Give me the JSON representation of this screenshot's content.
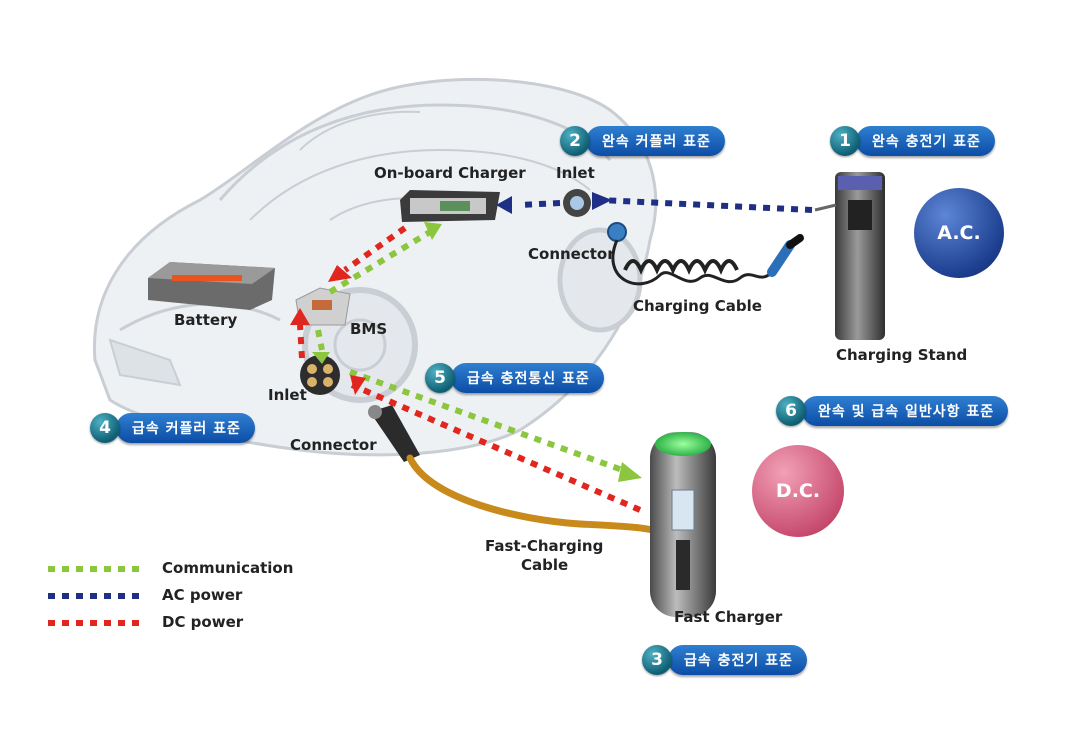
{
  "labels": {
    "onboard_charger": "On-board Charger",
    "inlet_ac": "Inlet",
    "connector_ac": "Connector",
    "charging_cable": "Charging Cable",
    "charging_stand": "Charging Stand",
    "battery": "Battery",
    "bms": "BMS",
    "inlet_dc": "Inlet",
    "connector_dc": "Connector",
    "fast_cable_1": "Fast-Charging",
    "fast_cable_2": "Cable",
    "fast_charger": "Fast Charger"
  },
  "spheres": {
    "ac": "A.C.",
    "dc": "D.C."
  },
  "badges": [
    {
      "num": "1",
      "text": "완속 충전기 표준"
    },
    {
      "num": "2",
      "text": "완속 커플러 표준"
    },
    {
      "num": "3",
      "text": "급속 충전기 표준"
    },
    {
      "num": "4",
      "text": "급속 커플러 표준"
    },
    {
      "num": "5",
      "text": "급속 충전통신 표준"
    },
    {
      "num": "6",
      "text": "완속 및 급속 일반사항 표준"
    }
  ],
  "legend": [
    {
      "label": "Communication",
      "color": "#8cc63f"
    },
    {
      "label": "AC power",
      "color": "#1f2f86"
    },
    {
      "label": "DC power",
      "color": "#e0261f"
    }
  ],
  "colors": {
    "communication": "#8cc63f",
    "ac_power": "#1f2f86",
    "dc_power": "#e0261f",
    "badge_blue": "#1e66c2",
    "badge_teal": "#1a7d93",
    "ac_sphere": "#1d3f8f",
    "dc_sphere": "#cf5577",
    "fast_cable": "#c98a1c"
  }
}
